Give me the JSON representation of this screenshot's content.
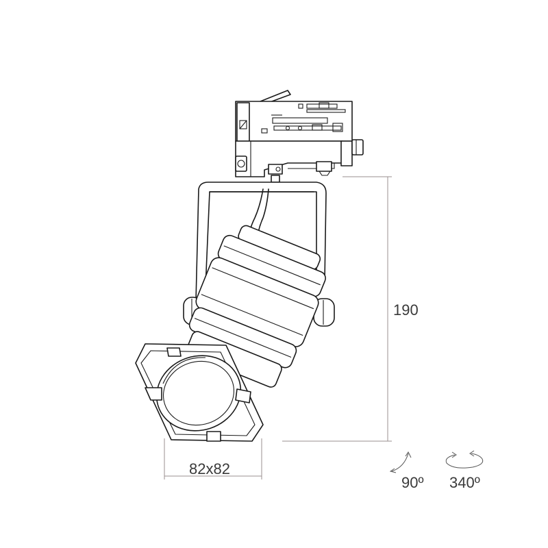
{
  "dimensions": {
    "height_label": "190",
    "width_label": "82x82"
  },
  "rotation": {
    "tilt_label": "90º",
    "pan_label": "340º"
  },
  "colors": {
    "line": "#1a1a1a",
    "dimension_line": "#9a8f8f",
    "text": "#3a3a3a"
  }
}
